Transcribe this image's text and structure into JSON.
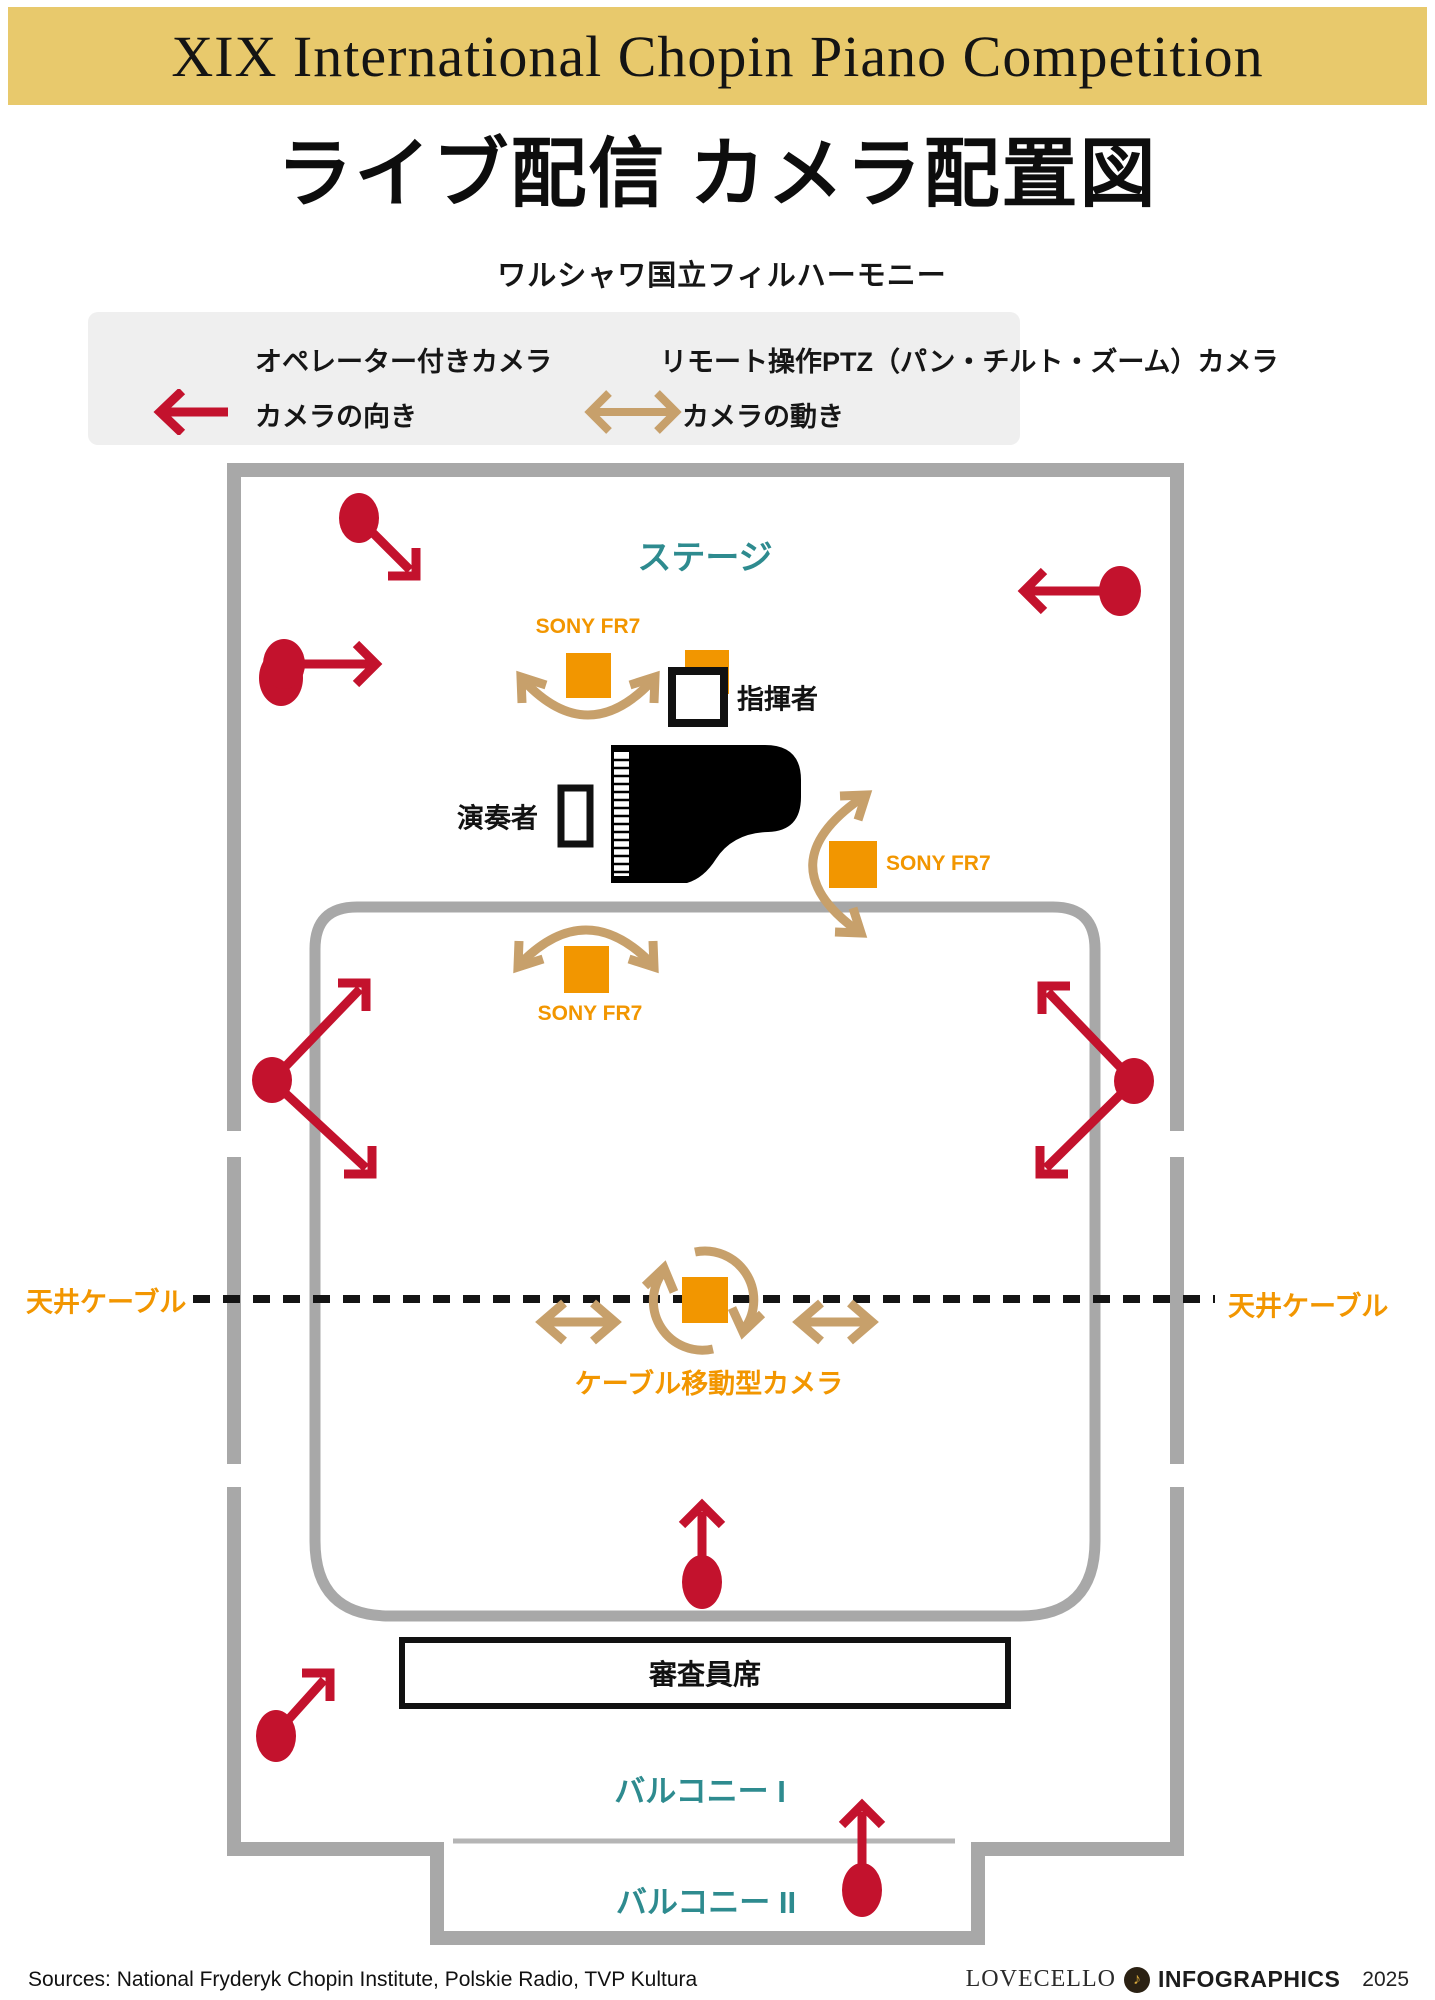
{
  "banner": {
    "title": "XIX International Chopin Piano Competition"
  },
  "header": {
    "title": "ライブ配信 カメラ配置図",
    "subtitle": "ワルシャワ国立フィルハーモニー"
  },
  "legend": {
    "operator_camera": "オペレーター付きカメラ",
    "ptz_camera": "リモート操作PTZ（パン・チルト・ズーム）カメラ",
    "camera_direction": "カメラの向き",
    "camera_movement": "カメラの動き"
  },
  "diagram": {
    "stage_label": "ステージ",
    "conductor_label": "指揮者",
    "performer_label": "演奏者",
    "sony_fr7_top": "SONY FR7",
    "sony_fr7_right": "SONY FR7",
    "sony_fr7_center": "SONY FR7",
    "ceiling_cable_left": "天井ケーブル",
    "ceiling_cable_right": "天井ケーブル",
    "cable_camera_label": "ケーブル移動型カメラ",
    "jury_label": "審査員席",
    "balcony1_label": "バルコニー I",
    "balcony2_label": "バルコニー II"
  },
  "footer": {
    "sources": "Sources: National Fryderyk Chopin Institute, Polskie Radio, TVP Kultura",
    "brand_name": "LOVECELLO",
    "brand_emblem": "♪",
    "brand_suffix": "INFOGRAPHICS",
    "year": "2025"
  },
  "colors": {
    "banner_gold": "#e8c96c",
    "operator_red": "#c3122d",
    "ptz_orange": "#f29600",
    "movement_tan": "#c7a06b",
    "stage_teal": "#2e8b8f",
    "wall_gray": "#a8a8a8"
  }
}
